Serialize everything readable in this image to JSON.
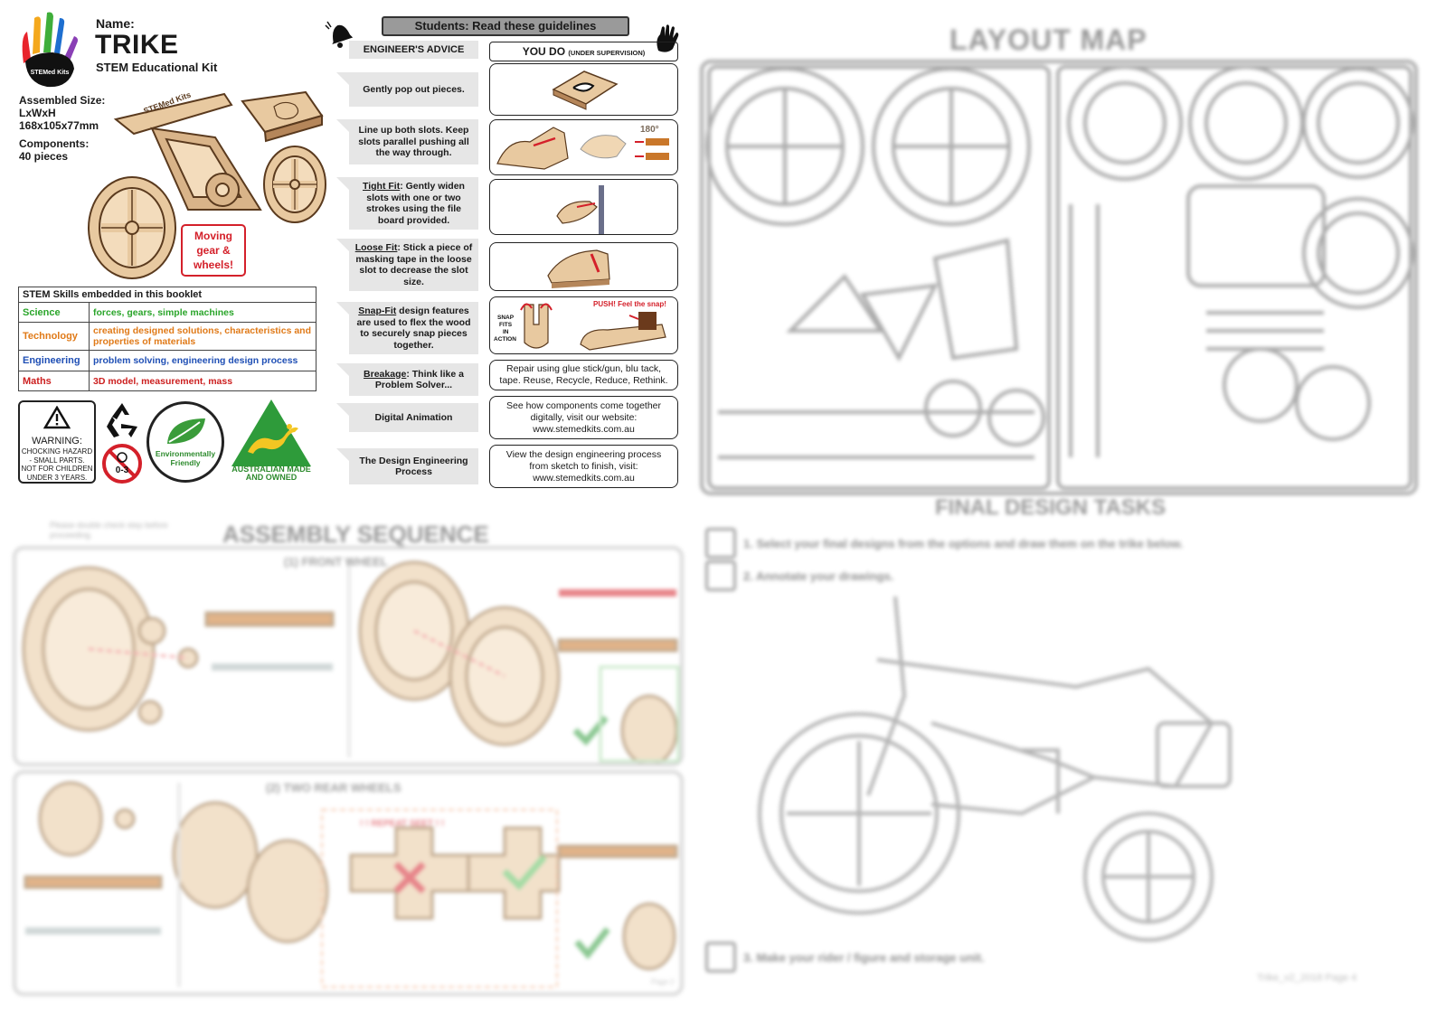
{
  "kit": {
    "name_label": "Name:",
    "name": "TRIKE",
    "subtitle": "STEM Educational Kit",
    "logo_text": "STEMed Kits",
    "size_label": "Assembled Size:",
    "size_dims": "LxWxH",
    "size_value": "168x105x77mm",
    "components_label": "Components:",
    "components_value": "40 pieces",
    "callout": [
      "Moving",
      "gear &",
      "wheels!"
    ]
  },
  "skills": {
    "heading": "STEM Skills embedded in this booklet",
    "rows": [
      {
        "subject": "Science",
        "desc": "forces, gears, simple machines",
        "color": "#2aa52a"
      },
      {
        "subject": "Technology",
        "desc": "creating designed solutions, characteristics and properties of materials",
        "color": "#e07a18"
      },
      {
        "subject": "Engineering",
        "desc": "problem solving, engineering design process",
        "color": "#1f4fb5"
      },
      {
        "subject": "Maths",
        "desc": "3D model, measurement, mass",
        "color": "#cc1f1f"
      }
    ]
  },
  "badges": {
    "warning_title": "WARNING:",
    "warning_lines": [
      "CHOCKING HAZARD",
      "- SMALL PARTS.",
      "NOT FOR CHILDREN",
      "UNDER 3 YEARS."
    ],
    "age": "0-3",
    "eco": [
      "Environmentally",
      "Friendly"
    ],
    "aus": [
      "AUSTRALIAN MADE",
      "AND OWNED"
    ]
  },
  "guidelines": {
    "header": "Students: Read these guidelines",
    "left_head": "ENGINEER'S ADVICE",
    "right_head": "YOU DO",
    "right_head_small": "(UNDER SUPERVISION)",
    "rows": [
      {
        "lead": "",
        "text": "Gently pop out pieces."
      },
      {
        "lead": "",
        "text": "Line up both slots. Keep slots parallel pushing all the way through."
      },
      {
        "lead": "Tight Fit",
        "text": ": Gently widen slots with one or two strokes using the file board provided."
      },
      {
        "lead": "Loose Fit",
        "text": ": Stick a piece of masking tape in the loose slot to decrease the slot size."
      },
      {
        "lead": "Snap-Fit",
        "text": " design features are used to flex the wood to securely snap pieces together."
      },
      {
        "lead": "Breakage",
        "text": ": Think like a Problem Solver..."
      },
      {
        "lead": "",
        "text": "Digital Animation"
      },
      {
        "lead": "",
        "text": "The Design Engineering Process"
      }
    ],
    "do_texts": {
      "angle": "180°",
      "snap_caption": [
        "SNAP",
        "FITS",
        "IN",
        "ACTION"
      ],
      "push": "PUSH! Feel the snap!",
      "repair": "Repair using glue stick/gun, blu tack, tape. Reuse, Recycle, Reduce, Rethink.",
      "animation": "See how components come together digitally, visit our website: www.stemedkits.com.au",
      "design": "View the design engineering process from sketch to finish, visit: www.stemedkits.com.au"
    }
  },
  "layout_map": {
    "title": "LAYOUT MAP"
  },
  "final_tasks": {
    "title": "FINAL DESIGN TASKS",
    "items": [
      "1. Select your final designs from the options and draw them on the trike below.",
      "2. Annotate your drawings.",
      "3. Make your rider / figure and storage unit."
    ],
    "footer": "Trike_v2_2018  Page 4"
  },
  "assembly": {
    "title": "ASSEMBLY SEQUENCE",
    "note": "Please double check step before proceeding.",
    "step1": "(1) FRONT WHEEL",
    "step2": "(2) TWO REAR WHEELS",
    "notice": "! !   REPEAT SEET ! !",
    "page": "Page 2"
  },
  "colors": {
    "wood": "#e8c9a0",
    "wood_dark": "#b5865a",
    "red": "#d4202a",
    "green": "#2e9b3a",
    "grey_panel": "#e6e6e6"
  }
}
